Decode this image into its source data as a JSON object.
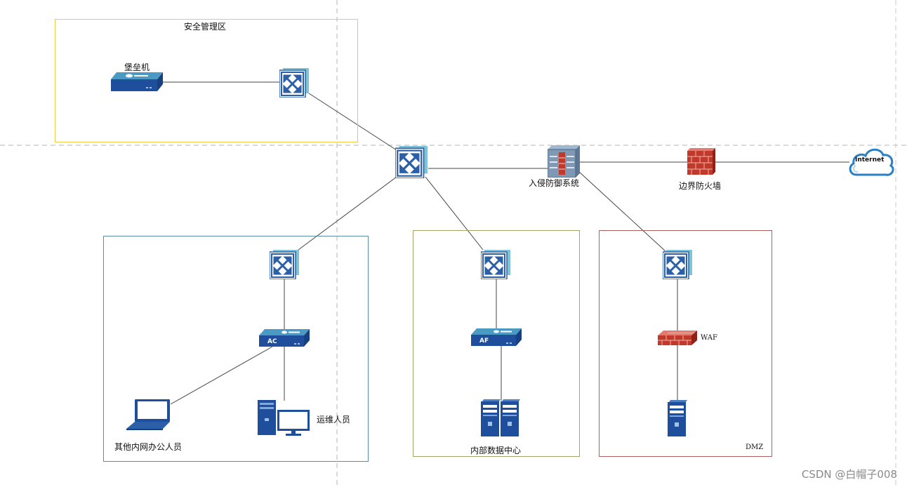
{
  "zones": {
    "security": {
      "title": "安全管理区",
      "color": "#f2c94c"
    },
    "office": {
      "title": "",
      "color": "#5b8fa8"
    },
    "datacenter": {
      "title": "",
      "color": "#a3a36a"
    },
    "dmz": {
      "title": "DMZ",
      "color": "#b0605e"
    }
  },
  "nodes": {
    "bastion": {
      "label": "堡垒机",
      "icon": "bastion-host-icon"
    },
    "ips": {
      "label": "入侵防御系统",
      "icon": "ips-icon"
    },
    "border_firewall": {
      "label": "边界防火墙",
      "icon": "firewall-icon"
    },
    "internet": {
      "label": "Internet",
      "icon": "cloud-icon"
    },
    "ac": {
      "label": "AC",
      "icon": "ac-device-icon"
    },
    "af": {
      "label": "AF",
      "icon": "af-device-icon"
    },
    "waf": {
      "label": "WAF",
      "icon": "waf-icon"
    },
    "laptop": {
      "label": "其他内网办公人员",
      "icon": "laptop-icon"
    },
    "ops_pc": {
      "label": "运维人员",
      "icon": "desktop-pc-icon"
    },
    "dc_servers": {
      "label": "内部数据中心",
      "icon": "server-icon"
    },
    "dmz_server": {
      "label": "",
      "icon": "server-icon"
    }
  },
  "colors": {
    "switch_blue": "#2b5fa8",
    "device_blue": "#1f4e9c",
    "firewall_red": "#c0392b",
    "line": "#444444",
    "guide": "#b5b5b5"
  },
  "watermark": "CSDN @白帽子008"
}
